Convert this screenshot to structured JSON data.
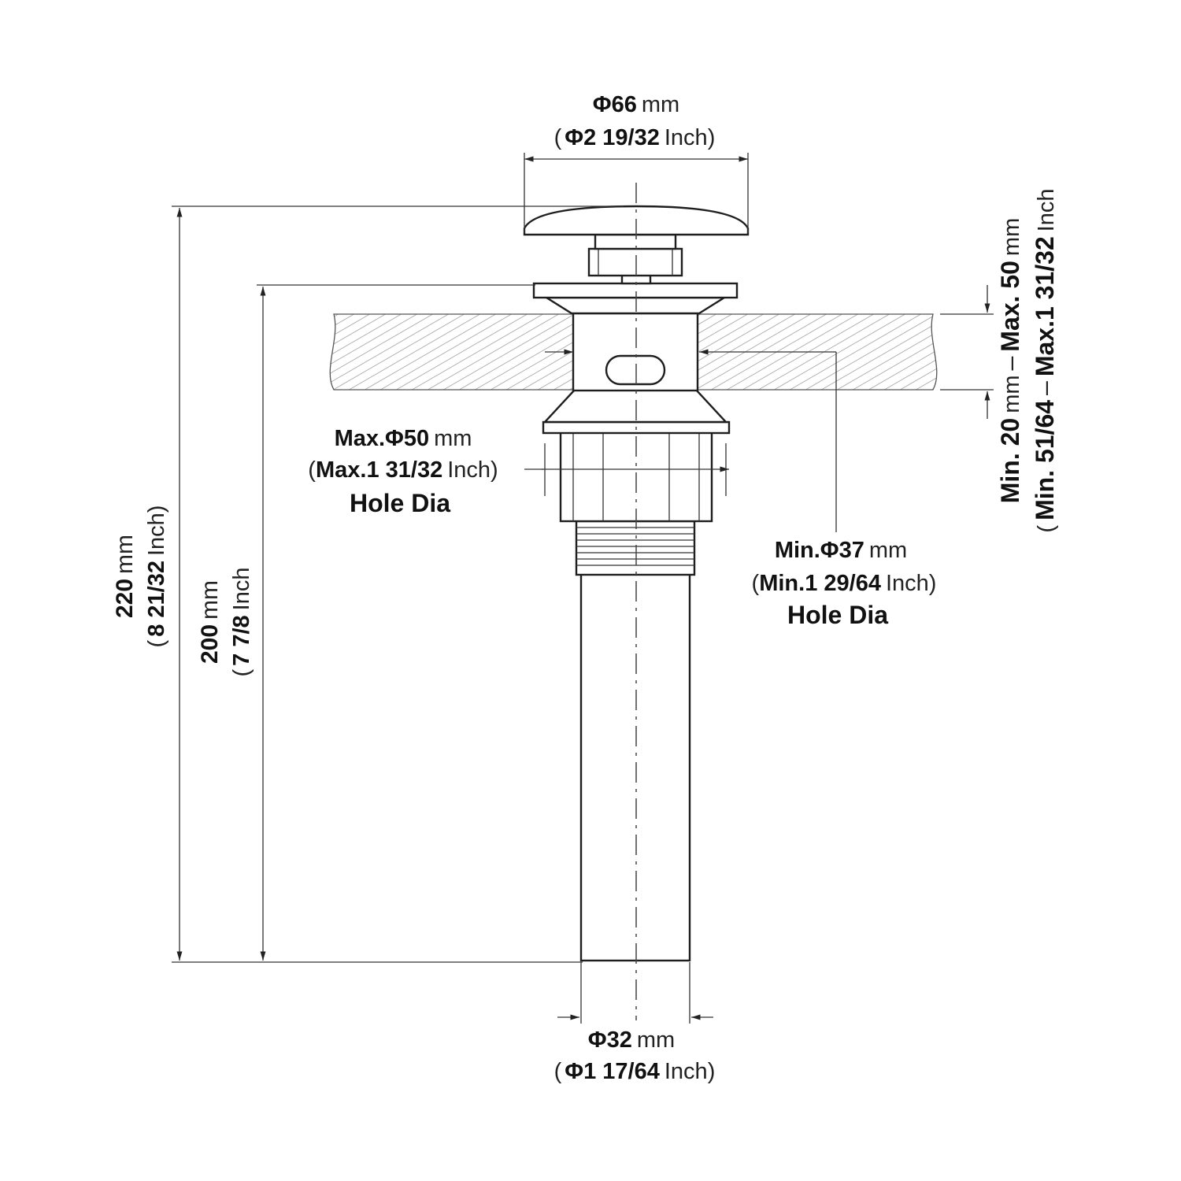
{
  "top_dia": {
    "value": "Φ66",
    "unit": "mm",
    "inch_open": "(",
    "inch_value": "Φ2  19/32",
    "inch_unit": "Inch",
    "inch_close": ")"
  },
  "bottom_dia": {
    "value": "Φ32",
    "unit": "mm",
    "inch_open": "(",
    "inch_value": "Φ1  17/64",
    "inch_unit": "Inch",
    "inch_close": ")"
  },
  "max_hole": {
    "value": "Max.Φ50",
    "unit": "mm",
    "inch_open": "(",
    "inch_value": "Max.1  31/32",
    "inch_unit": "Inch",
    "inch_close": ")",
    "caption": "Hole Dia"
  },
  "min_hole": {
    "value": "Min.Φ37",
    "unit": "mm",
    "inch_open": "(",
    "inch_value": "Min.1  29/64",
    "inch_unit": "Inch",
    "inch_close": ")",
    "caption": "Hole Dia"
  },
  "overall_height": {
    "value": "220",
    "unit": "mm",
    "inch_open": "(",
    "inch_value": "8 21/32",
    "inch_unit": "Inch",
    "inch_close": ")"
  },
  "body_height": {
    "value": "200",
    "unit": "mm",
    "inch_open": "(",
    "inch_value": "7 7/8",
    "inch_unit": "Inch",
    "inch_close": ")"
  },
  "thickness": {
    "min_value": "Min. 20",
    "min_unit": "mm",
    "dash": "–",
    "max_value": "Max. 50",
    "max_unit": "mm",
    "inch_open": "(",
    "inch_min": "Min. 51/64",
    "inch_dash": "–",
    "inch_max": "Max.1  31/32",
    "inch_unit": "Inch"
  }
}
